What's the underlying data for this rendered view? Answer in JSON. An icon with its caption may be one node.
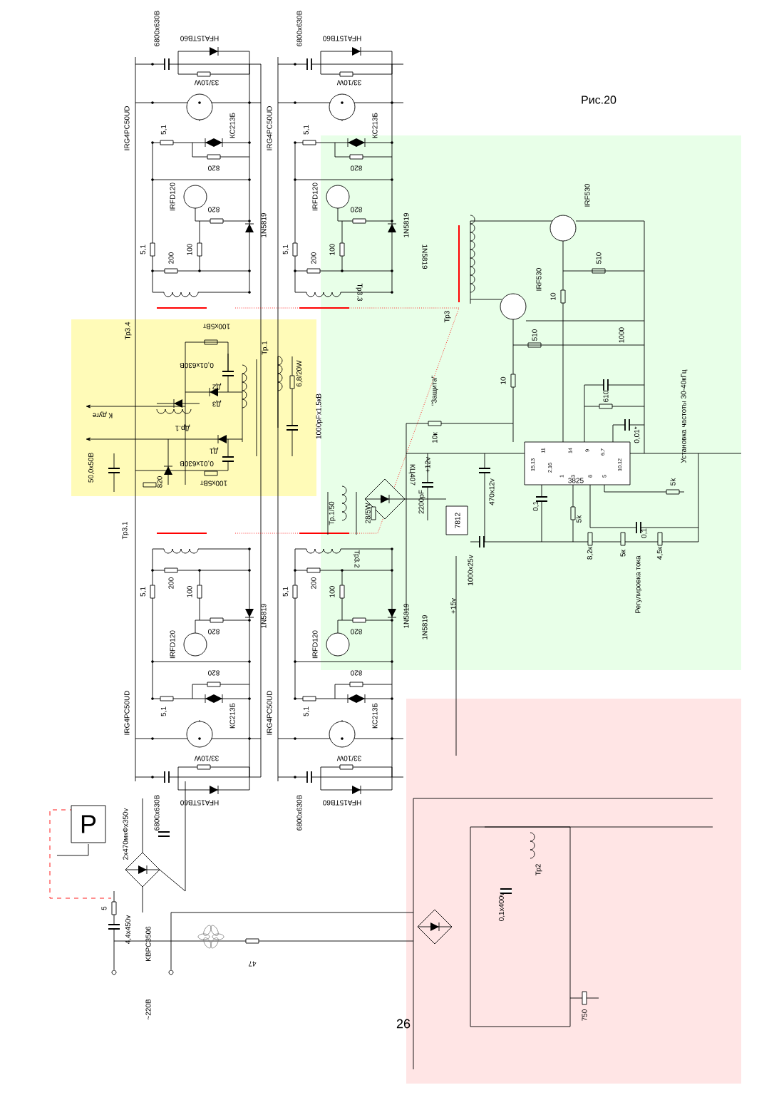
{
  "diagram": {
    "title": "Рис.20",
    "nodes": [
      {
        "text": [
          "P"
        ]
      }
    ],
    "labels": [
      "6800x630В",
      "HFA15TB60",
      "33/10W",
      "IRG4PC50UD",
      "5,1",
      "КС213Б",
      "820",
      "IRFD120",
      "820",
      "100",
      "5,1",
      "1N5819",
      "200",
      "Тр3.4",
      "6800x630В",
      "HFA15TB60",
      "33/10W",
      "IRG4PC50UD",
      "5,1",
      "КС213Б",
      "820",
      "IRFD120",
      "820",
      "100",
      "5,1",
      "1N5819",
      "200",
      "Тр3.3",
      "Тр.1",
      "100x5Вт",
      "0,01x630В",
      "Д2",
      "6,8/20W",
      "Д3",
      "К дуге",
      "Др.1",
      "Д1",
      "1000pFx1,5кВ",
      "0,01x630В",
      "100x5Вт",
      "50,0x50В",
      "820",
      "1N5819",
      "IRF530",
      "IRF530",
      "Тр3",
      "510",
      "10",
      "510",
      "1000",
      "10",
      "“Защита”",
      "610",
      "0,01*",
      "Установка частоты 30-40кГц",
      "10к",
      "3825",
      "15,13",
      "11",
      "14",
      "9",
      "6,7",
      "2,16",
      "1",
      "3",
      "8",
      "5",
      "10,12",
      "+12v",
      "2200pF",
      "470x12v",
      "0,1",
      "5k",
      "КЦ407",
      "28/5W",
      "Тр.1/50",
      "7812",
      "5k",
      "0,1",
      "1000x25v",
      "8,2к",
      "5к",
      "4,5к",
      "Регулировка тока",
      "+15v",
      "1N5819",
      "6800x630В",
      "HFA15TB60",
      "33/10W",
      "IRG4PC50UD",
      "5,1",
      "КС213Б",
      "820",
      "IRFD120",
      "820",
      "100",
      "5,1",
      "1N5819",
      "200",
      "Тр3.1",
      "6800x630В",
      "HFA15TB60",
      "33/10W",
      "IRG4PC50UD",
      "5,1",
      "КС213Б",
      "820",
      "IRFD120",
      "820",
      "100",
      "5,1",
      "1N5819",
      "200",
      "Тр3.2",
      "2x470мкФx350v",
      "KBPC3506",
      "5",
      "4,4x450v",
      "~220В",
      "47",
      "26",
      "0,1x400v",
      "Тр2",
      "750"
    ]
  }
}
